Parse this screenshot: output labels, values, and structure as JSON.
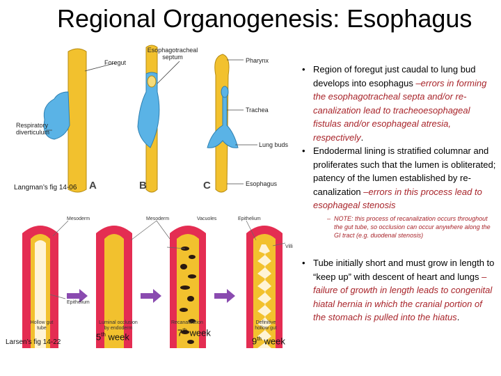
{
  "title": "Regional Organogenesis: Esophagus",
  "figure_top": {
    "labels": {
      "foregut": "Foregut",
      "septum": "Esophagotracheal septum",
      "pharynx": "Pharynx",
      "trachea": "Trachea",
      "respiratory": "Respiratory diverticulum",
      "lung_buds": "Lung buds",
      "esophagus": "Esophagus",
      "a": "A",
      "b": "B",
      "c": "C"
    },
    "caption": "Langman’s fig 14-06"
  },
  "figure_bottom": {
    "labels": {
      "mesoderm1": "Mesoderm",
      "mesoderm2": "Mesoderm",
      "vacuoles": "Vacuoles",
      "epithelium1": "Epithelium",
      "epithelium2": "Epithelium",
      "villi": "Villi",
      "hollow": "Hollow gut tube",
      "luminal": "Luminal occlusion by endoderm",
      "recanal": "Recanalization",
      "definitive": "Definitive hollow gut"
    },
    "weeks": [
      "5",
      "7",
      "9"
    ],
    "week_suffix": "th",
    "week_word": "week",
    "caption": "Larsen’s fig 14-22"
  },
  "bullets": [
    {
      "text": "Region of foregut just caudal to lung bud develops into esophagus ",
      "italic": "–errors in forming the esophagotracheal septa and/or re-canalization lead to tracheoesophageal fistulas and/or esophageal atresia, respectively",
      "end": "."
    },
    {
      "text": "Endodermal lining is stratified columnar and proliferates such that the lumen is obliterated; patency of the lumen established by re-canalization ",
      "italic": "–errors in this process lead to esophageal stenosis",
      "end": ""
    }
  ],
  "note": "NOTE: this process of recanalization occurs throughout the gut tube, so occlusion can occur anywhere along the GI tract (e.g. duodenal stenosis)",
  "bullet3": {
    "text": "Tube initially short and must grow in length to “keep up” with descent of heart and lungs ",
    "italic": "–failure of growth in length leads to congenital hiatal hernia in which the cranial portion of the stomach is pulled into the hiatus",
    "end": "."
  },
  "colors": {
    "yellow": "#f2c12e",
    "blue": "#5ab3e6",
    "red": "#e42d52",
    "purple": "#8a4bb0",
    "note_red": "#a8242a"
  }
}
